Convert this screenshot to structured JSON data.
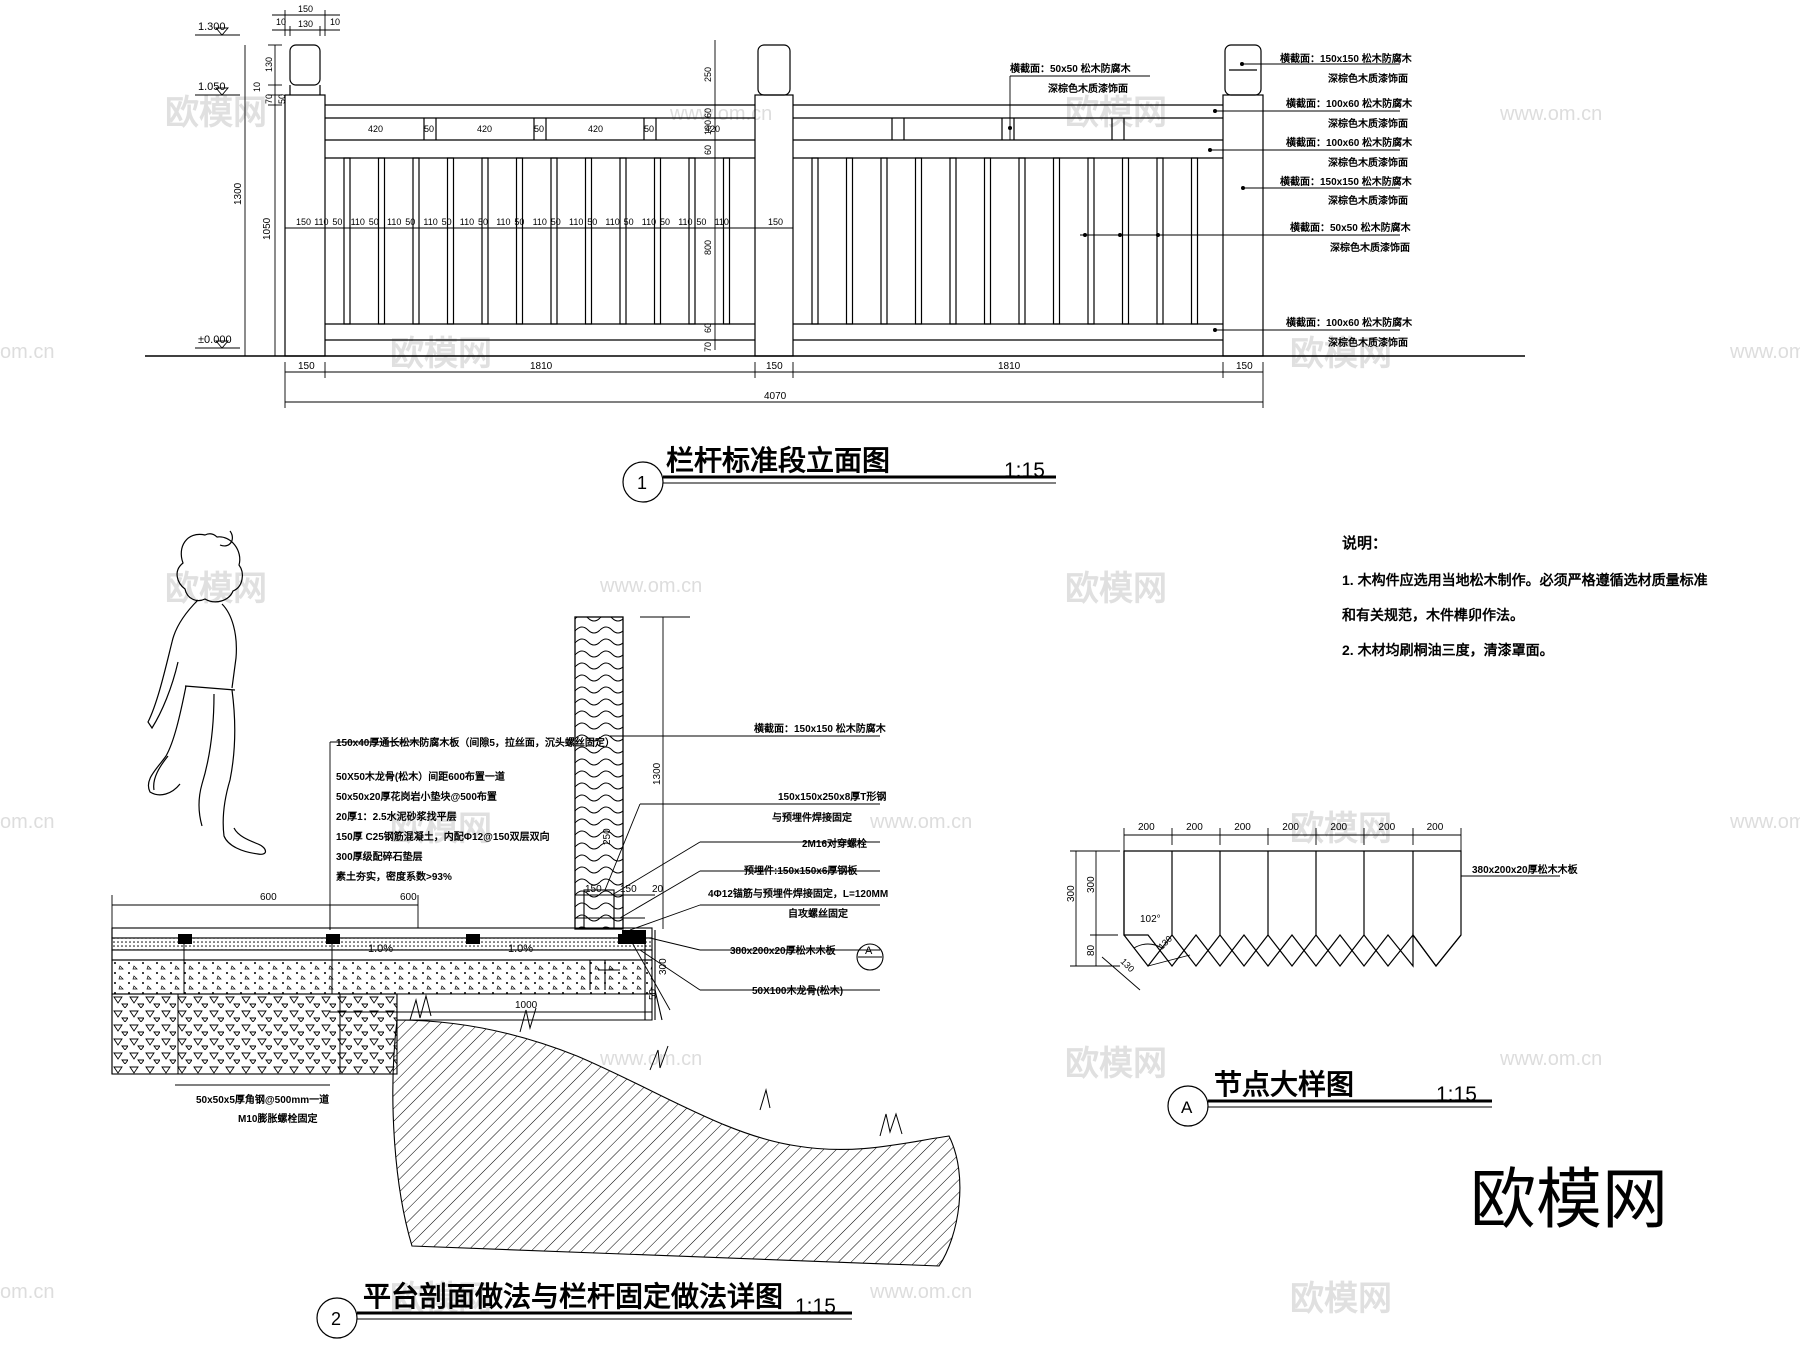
{
  "elevation": {
    "title": "栏杆标准段立面图",
    "scale": "1:15",
    "number": "1",
    "levels": [
      "1.300",
      "1.050",
      "±0.000"
    ],
    "top_dims": [
      "150",
      "10",
      "130",
      "10"
    ],
    "left_dims": [
      "130",
      "10",
      "70",
      "50",
      "1300",
      "1050"
    ],
    "rail_span_dims": [
      "420",
      "50",
      "420",
      "50",
      "420",
      "50",
      "420"
    ],
    "baluster_dims": [
      "150",
      "110",
      "50",
      "110",
      "50",
      "110",
      "50",
      "110",
      "50",
      "110",
      "50",
      "110",
      "50",
      "110",
      "50",
      "110",
      "50",
      "110",
      "50",
      "110",
      "50",
      "110",
      "50",
      "110",
      "150"
    ],
    "post_right_dims": [
      "250",
      "60",
      "100",
      "60",
      "800",
      "60",
      "70"
    ],
    "bottom_dims": [
      "150",
      "1810",
      "150",
      "1810",
      "150"
    ],
    "total_dim": "4070",
    "annotations": [
      {
        "main": "横截面：50x50 松木防腐木",
        "sub": "深棕色木质漆饰面"
      },
      {
        "main": "横截面：150x150 松木防腐木",
        "sub": "深棕色木质漆饰面"
      },
      {
        "main": "横截面：100x60 松木防腐木",
        "sub": "深棕色木质漆饰面"
      },
      {
        "main": "横截面：100x60 松木防腐木",
        "sub": "深棕色木质漆饰面"
      },
      {
        "main": "横截面：150x150 松木防腐木",
        "sub": "深棕色木质漆饰面"
      },
      {
        "main": "横截面：50x50 松木防腐木",
        "sub": "深棕色木质漆饰面"
      },
      {
        "main": "横截面：100x60 松木防腐木",
        "sub": "深棕色木质漆饰面"
      }
    ]
  },
  "section": {
    "title": "平台剖面做法与栏杆固定做法详图",
    "scale": "1:15",
    "number": "2",
    "layers": [
      "150x40厚通长松木防腐木板（间隙5，拉丝面，沉头螺丝固定）",
      "50X50木龙骨(松木）间距600布置一道",
      "50x50x20厚花岗岩小垫块@500布置",
      "20厚1：2.5水泥砂浆找平层",
      "150厚 C25钢筋混凝土，内配Φ12@150双层双向",
      "300厚级配碎石垫层",
      "素土夯实，密度系数>93%"
    ],
    "right_labels": [
      "横截面：150x150 松木防腐木",
      "150x150x250x8厚T形钢",
      "与预埋件焊接固定",
      "2M16对穿螺栓",
      "预埋件:150x150x6厚钢板",
      "4Φ12锚筋与预埋件焊接固定，L=120MM",
      "自攻螺丝固定",
      "380x200x20厚松木木板",
      "50X100木龙骨(松木)"
    ],
    "dims": {
      "span1": "600",
      "span2": "600",
      "post_h": "1300",
      "base": "250",
      "w1": "150",
      "w2": "150",
      "gap": "20",
      "ledge": "50",
      "depth": "300",
      "width": "1000"
    },
    "slopes": [
      "1.0%",
      "1.0%"
    ],
    "bottom_labels": [
      "50x50x5厚角钢@500mm一道",
      "M10膨胀螺栓固定"
    ],
    "callout": "A"
  },
  "notes": {
    "heading": "说明：",
    "lines": [
      "1. 木构件应选用当地松木制作。必须严格遵循选材质量标准",
      "和有关规范，木件榫卯作法。",
      "2. 木材均刷桐油三度，清漆罩面。"
    ]
  },
  "detail": {
    "title": "节点大样图",
    "scale": "1:15",
    "callout": "A",
    "top_dims": [
      "200",
      "200",
      "200",
      "200",
      "200",
      "200",
      "200"
    ],
    "left_dims": [
      "300",
      "300",
      "80"
    ],
    "angle": "102°",
    "tip_dims": [
      "130",
      "130"
    ],
    "label": "380x200x20厚松木木板"
  },
  "watermark": {
    "brand": "欧模网",
    "url": "www.om.cn",
    "url_partial": "om.cn"
  }
}
